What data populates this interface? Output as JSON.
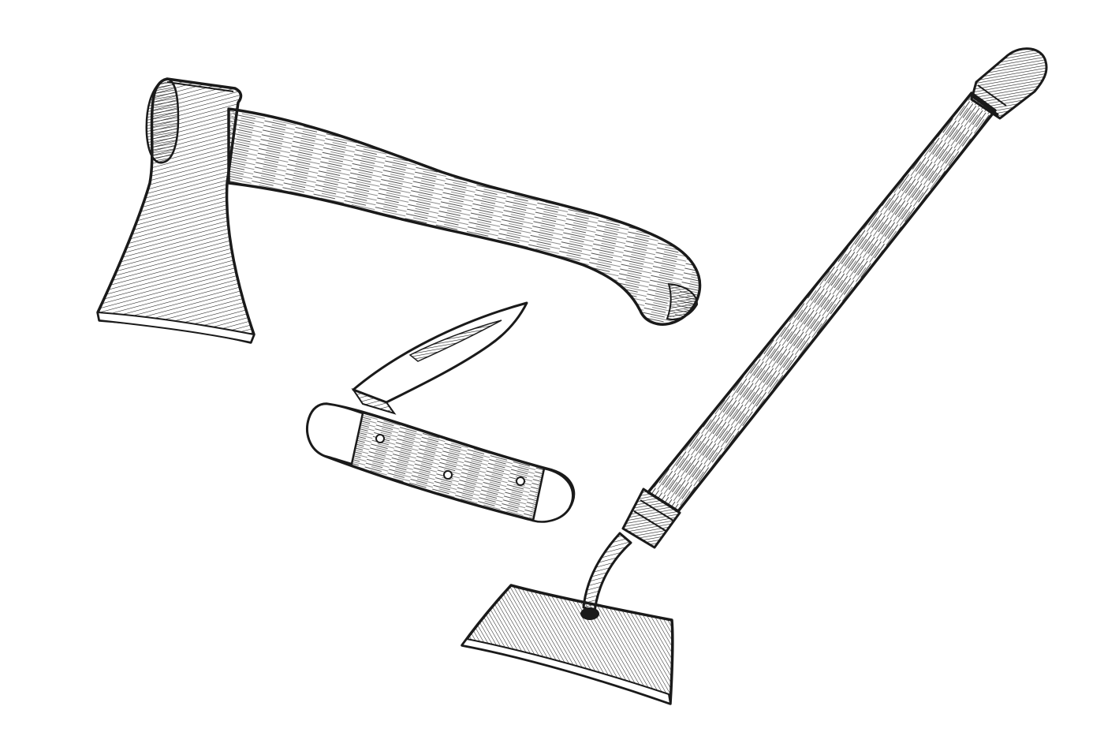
{
  "scene": {
    "background": "#ffffff",
    "ink": "#1a1a1a",
    "objects": [
      "hatchet",
      "pocket-knife",
      "garden-hoe"
    ]
  }
}
